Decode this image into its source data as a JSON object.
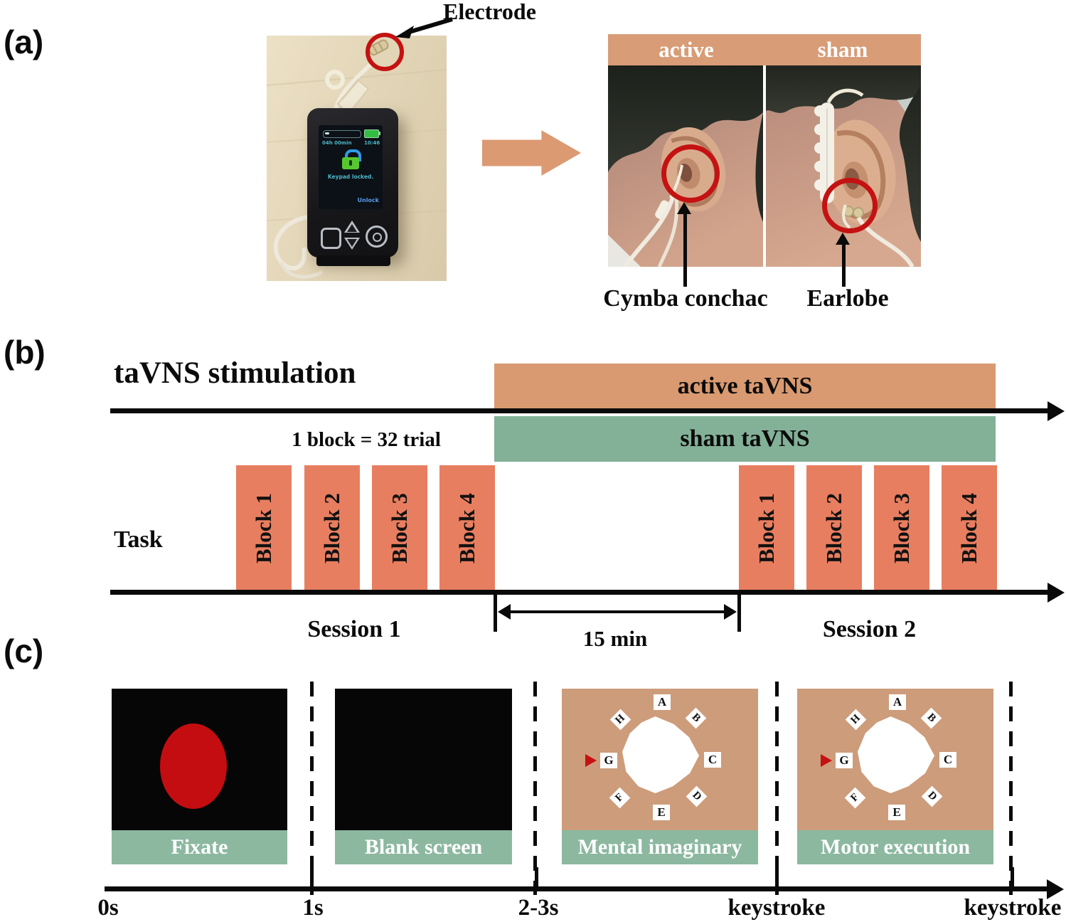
{
  "panel_a": {
    "label": "(a)",
    "electrode_label": "Electrode",
    "device": {
      "progress_text": "04h 00min",
      "battery_time": "10:46",
      "status_text": "Keypad locked.",
      "unlock_label": "Unlock"
    },
    "conditions": {
      "active": "active",
      "sham": "sham"
    },
    "cymba_label": "Cymba conchac",
    "earlobe_label": "Earlobe"
  },
  "panel_b": {
    "label": "(b)",
    "title": "taVNS stimulation",
    "active_bar_label": "active taVNS",
    "sham_bar_label": "sham taVNS",
    "block_note": "1 block = 32 trial",
    "task_label": "Task",
    "session1_label": "Session 1",
    "session2_label": "Session 2",
    "gap_label": "15 min",
    "session1_blocks": [
      "Block 1",
      "Block 2",
      "Block 3",
      "Block 4"
    ],
    "session2_blocks": [
      "Block 1",
      "Block 2",
      "Block 3",
      "Block 4"
    ]
  },
  "panel_c": {
    "label": "(c)",
    "captions": [
      "Fixate",
      "Blank screen",
      "Mental imaginary",
      "Motor execution"
    ],
    "octagon_letters": [
      "A",
      "B",
      "C",
      "D",
      "E",
      "F",
      "G",
      "H"
    ],
    "timeline_labels": [
      "0s",
      "1s",
      "2-3s",
      "keystroke",
      "keystroke"
    ]
  },
  "colors": {
    "active_bar": "#d99a71",
    "sham_bar": "#82b197",
    "task_block": "#e87e60",
    "condition_header": "#d89c77",
    "screen_background": "#cd9c7b",
    "caption_band": "#8cb8a0",
    "marker_red": "#c41212",
    "fixation_red": "#c40d10"
  }
}
